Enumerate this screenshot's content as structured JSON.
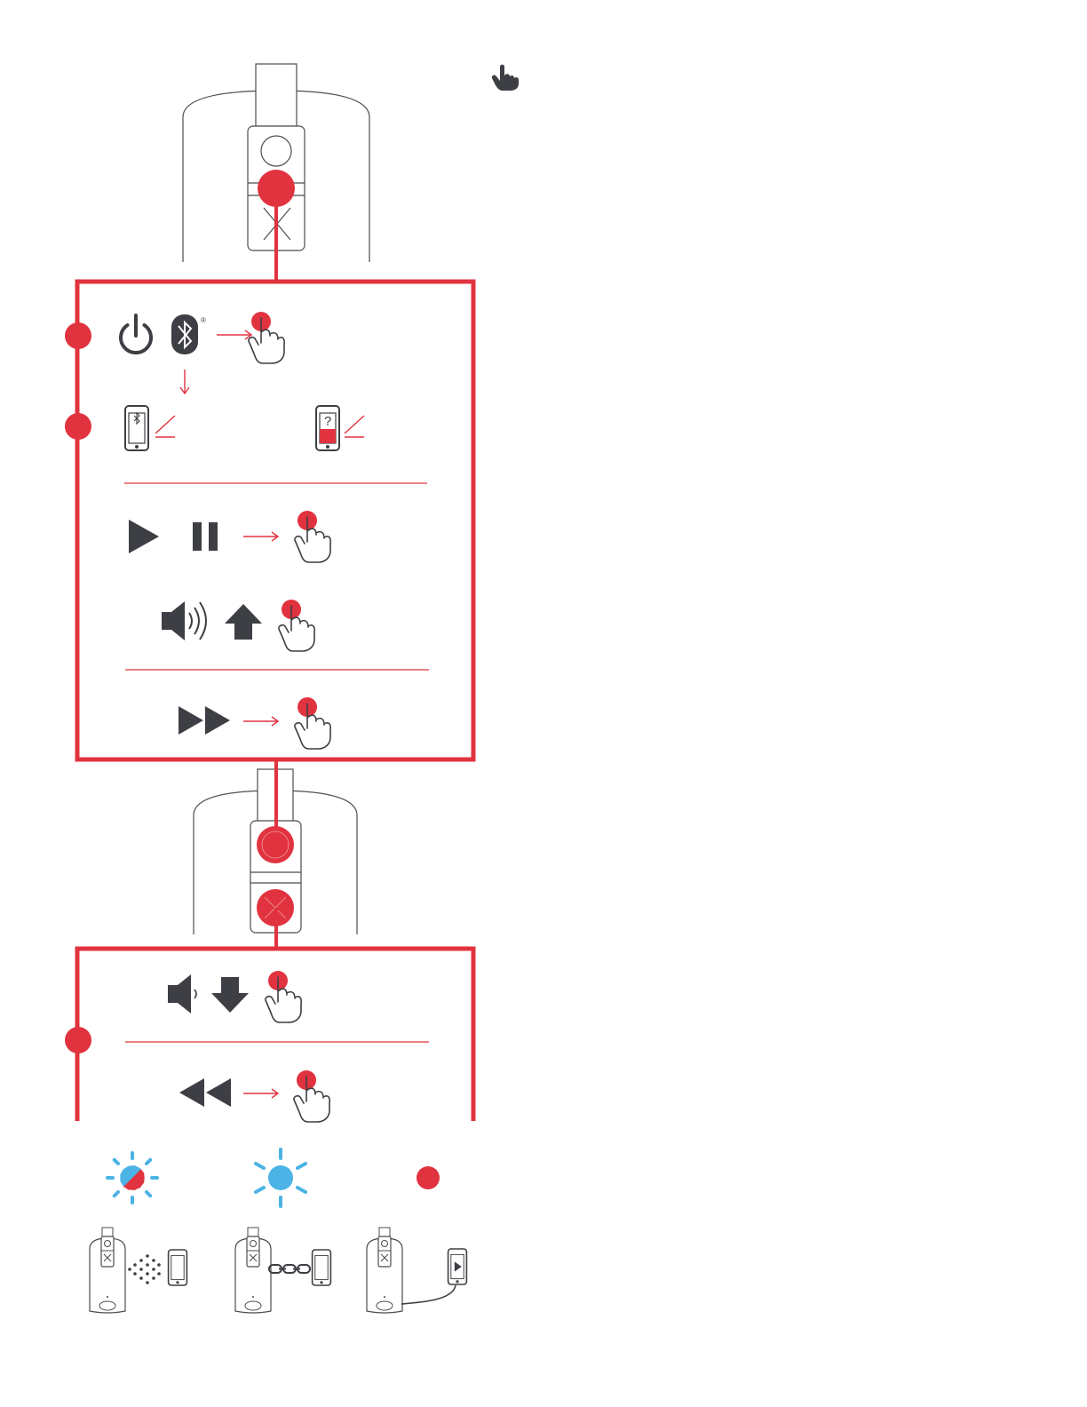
{
  "colors": {
    "accent_red": "#e1333f",
    "icon_gray": "#3d3f44",
    "line_gray": "#4a4c51",
    "light_blue": "#4bb3e5"
  },
  "icons": {
    "cursor": "hand-cursor-icon",
    "power": "power-icon",
    "bluetooth": "bluetooth-icon",
    "press": "finger-press-icon",
    "phone_bluetooth": "phone-bluetooth-icon",
    "phone_unknown": "phone-unknown-icon",
    "play": "play-icon",
    "pause": "pause-icon",
    "volume_up": "volume-up-icon",
    "arrow_up": "arrow-up-icon",
    "fast_forward": "fast-forward-icon",
    "volume_down": "volume-down-icon",
    "arrow_down": "arrow-down-icon",
    "rewind": "rewind-icon",
    "led_pairing": "led-blinking-blue-red-icon",
    "led_connected": "led-solid-blue-icon",
    "led_red": "led-red-icon"
  },
  "labels": {
    "registered_mark": "®",
    "unknown_mark": "?"
  },
  "states": [
    {
      "led": "led-blinking-blue-red-icon",
      "connection": "pairing"
    },
    {
      "led": "led-solid-blue-icon",
      "connection": "bluetooth-linked"
    },
    {
      "led": "led-red-icon",
      "connection": "cable-linked"
    }
  ]
}
